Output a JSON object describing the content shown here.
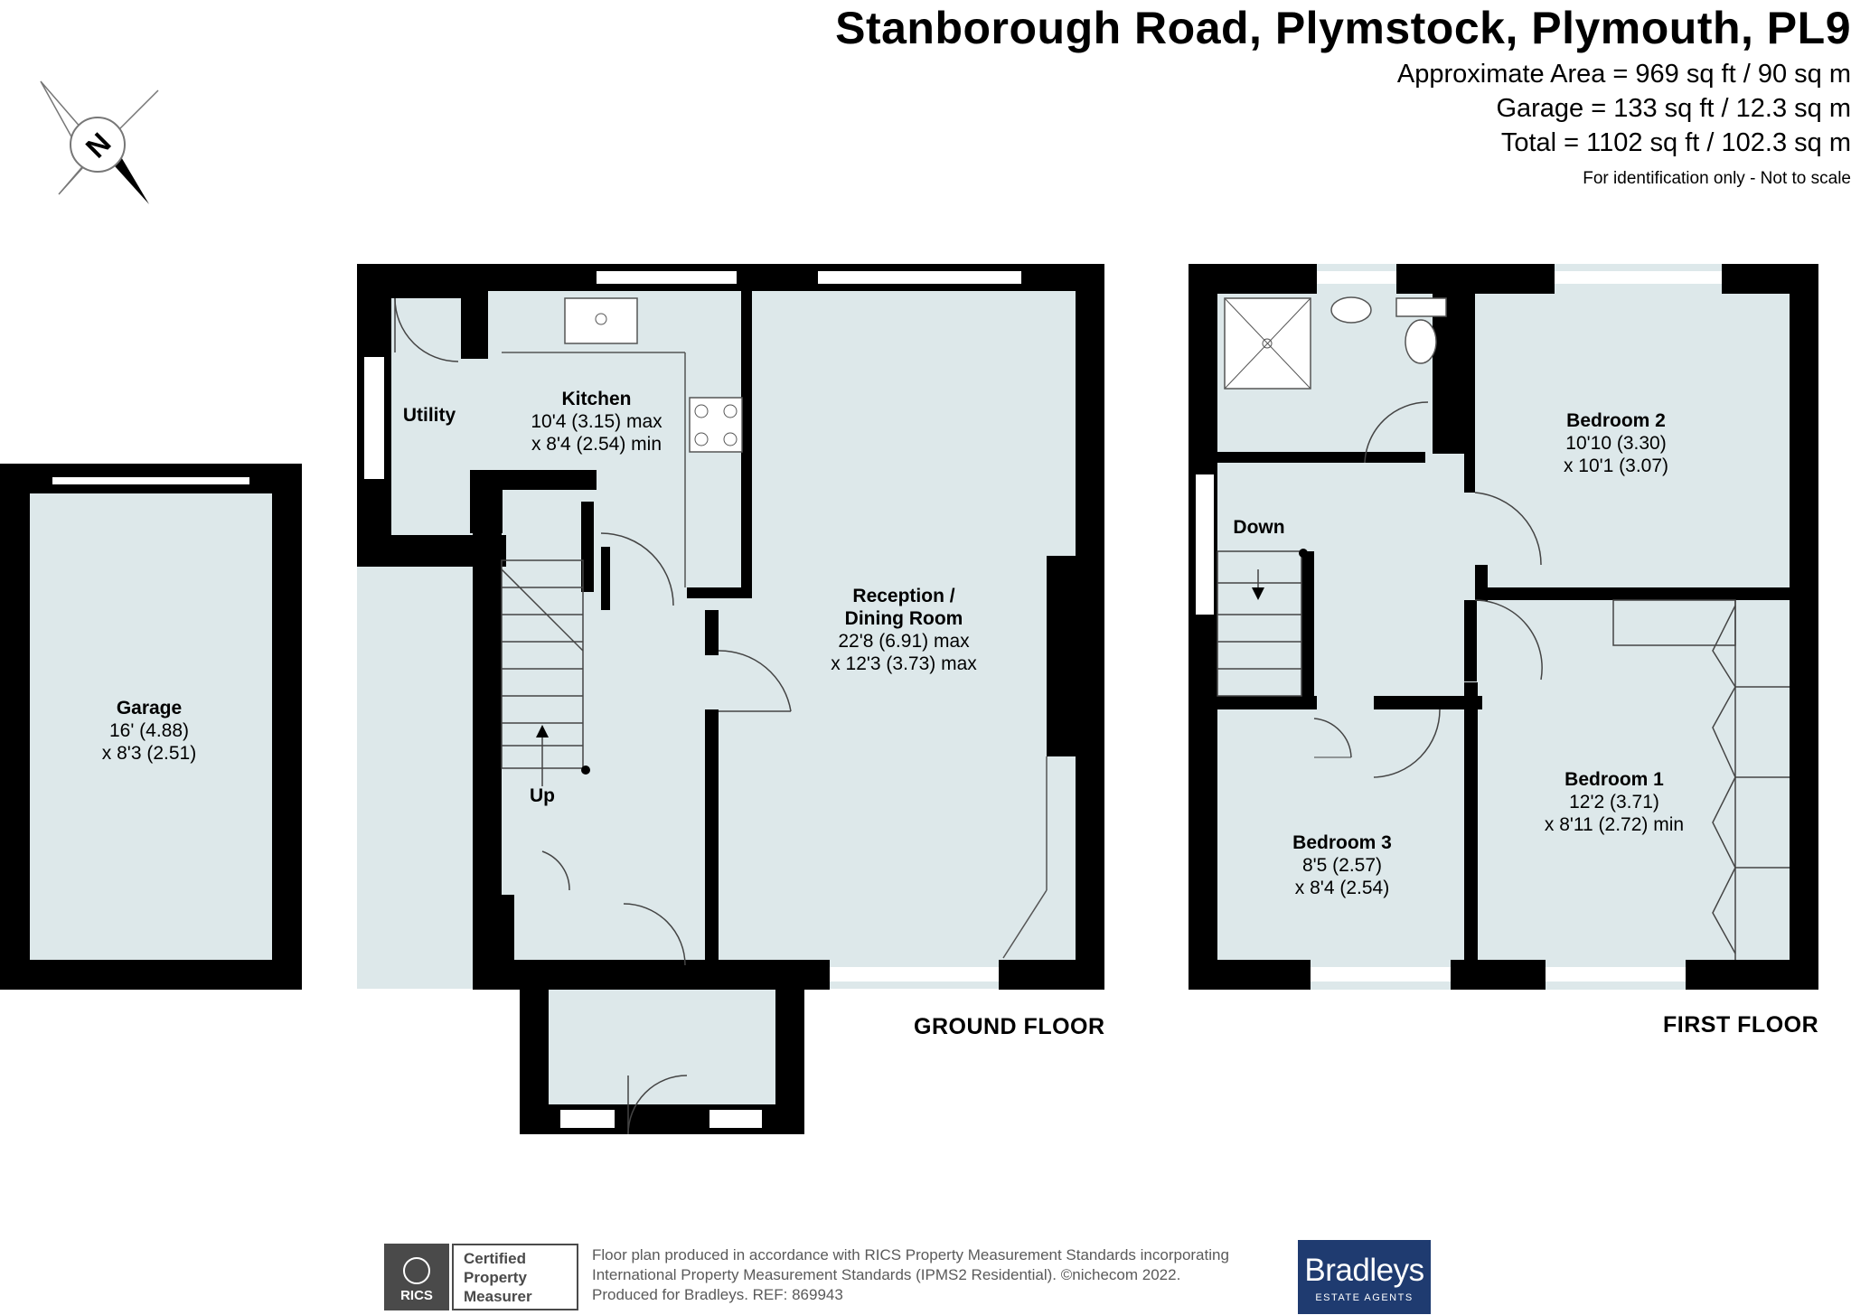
{
  "header": {
    "address": "Stanborough Road, Plymstock, Plymouth, PL9",
    "approx_area": "Approximate Area = 969 sq ft / 90 sq m",
    "garage_area": "Garage = 133 sq ft / 12.3 sq m",
    "total_area": "Total = 1102 sq ft / 102.3 sq m",
    "note": "For identification only - Not to scale"
  },
  "compass": {
    "letter": "N",
    "icon": "compass-north-icon"
  },
  "ground_floor": {
    "label": "GROUND FLOOR",
    "rooms": [
      {
        "name": "Garage",
        "dims": [
          "16' (4.88)",
          "x 8'3 (2.51)"
        ]
      },
      {
        "name": "Utility",
        "dims": []
      },
      {
        "name": "Kitchen",
        "dims": [
          "10'4 (3.15) max",
          "x 8'4 (2.54) min"
        ]
      },
      {
        "name_lines": [
          "Reception /",
          "Dining Room"
        ],
        "dims": [
          "22'8 (6.91) max",
          "x 12'3 (3.73) max"
        ]
      }
    ],
    "stairs_label": "Up"
  },
  "first_floor": {
    "label": "FIRST FLOOR",
    "rooms": [
      {
        "name": "Bedroom 2",
        "dims": [
          "10'10 (3.30)",
          "x 10'1 (3.07)"
        ]
      },
      {
        "name": "Bedroom 1",
        "dims": [
          "12'2 (3.71)",
          "x 8'11 (2.72) min"
        ]
      },
      {
        "name": "Bedroom 3",
        "dims": [
          "8'5 (2.57)",
          "x 8'4 (2.54)"
        ]
      }
    ],
    "stairs_label": "Down"
  },
  "footer": {
    "line1": "Floor plan produced in accordance with RICS Property Measurement Standards incorporating",
    "line2": "International Property Measurement Standards (IPMS2 Residential).  ©nichecom 2022.",
    "line3": "Produced for Bradleys.   REF:  869943",
    "rics_badge": {
      "brand": "RICS",
      "lines": [
        "Certified",
        "Property",
        "Measurer"
      ]
    },
    "agent_logo": {
      "name": "Bradleys",
      "sub": "ESTATE AGENTS"
    }
  },
  "colors": {
    "wall": "#000000",
    "floor": "#dde8ea",
    "window": "#ffffff",
    "agent_bg": "#1f3b70"
  }
}
